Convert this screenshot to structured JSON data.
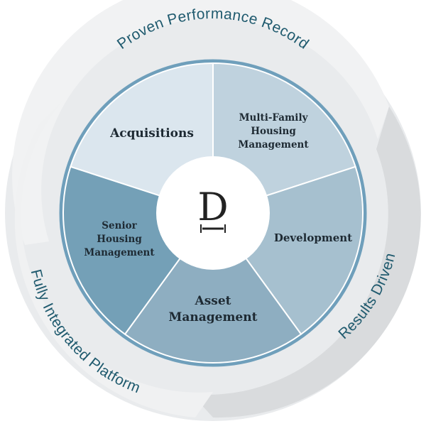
{
  "ring": {
    "top_label": "Proven Performance Record",
    "right_label": "Results Driven",
    "left_label": "Fully Integrated Platform"
  },
  "segments": [
    {
      "label_lines": [
        "Acquisitions"
      ],
      "color": "#dbe6ee"
    },
    {
      "label_lines": [
        "Multi-Family",
        "Housing",
        "Management"
      ],
      "color": "#bfd2de"
    },
    {
      "label_lines": [
        "Development"
      ],
      "color": "#a6c0cf"
    },
    {
      "label_lines": [
        "Asset",
        "Management"
      ],
      "color": "#8eaec1"
    },
    {
      "label_lines": [
        "Senior",
        "Housing",
        "Management"
      ],
      "color": "#74a0b7"
    }
  ],
  "logo": {
    "letter": "D"
  },
  "colors": {
    "ring_outer": "#e9ebed",
    "ring_arrow_light": "#eef0f1",
    "ring_arrow_dark": "#d7d9db",
    "border_blue": "#6f9fbb",
    "text_ring": "#1f5a6e"
  }
}
